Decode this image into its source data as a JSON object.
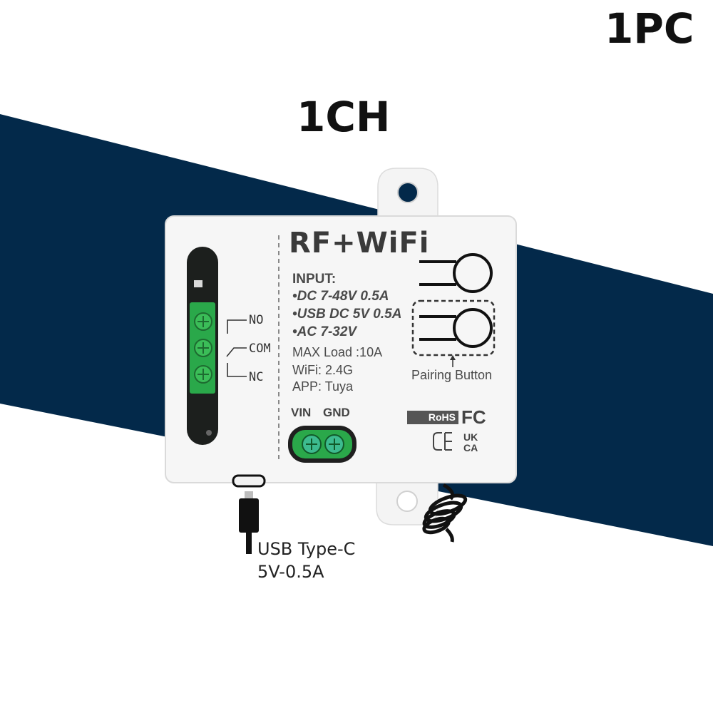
{
  "header": {
    "quantity": "1PC",
    "channel": "1CH"
  },
  "device": {
    "brand": "RF+WiFi",
    "input_heading": "INPUT:",
    "inputs": [
      "•DC 7-48V 0.5A",
      "•USB DC 5V 0.5A",
      "•AC 7-32V"
    ],
    "max_load": "MAX Load :10A",
    "wifi": "WiFi: 2.4G",
    "app": "APP: Tuya",
    "terminal_vin": "VIN",
    "terminal_gnd": "GND",
    "pairing_label": "Pairing Button",
    "relay_no": "NO",
    "relay_com": "COM",
    "relay_nc": "NC",
    "cert_rohs": "RoHS",
    "cert_fc": "FC",
    "cert_ce": "CE",
    "cert_ukca": "UK CA"
  },
  "callout": {
    "usb_line1": "USB Type-C",
    "usb_line2": "5V-0.5A"
  },
  "colors": {
    "band": "#03294a",
    "device_body": "#f6f6f6",
    "terminal_green": "#2aa84a",
    "pcb_dark": "#1c1f1d"
  },
  "icons": [
    "checkmark-icon",
    "ce-mark-icon",
    "ukca-mark-icon",
    "fc-mark-icon",
    "usb-c-port-icon",
    "usb-c-plug-icon",
    "antenna-coil-icon",
    "screw-terminal-icon"
  ]
}
